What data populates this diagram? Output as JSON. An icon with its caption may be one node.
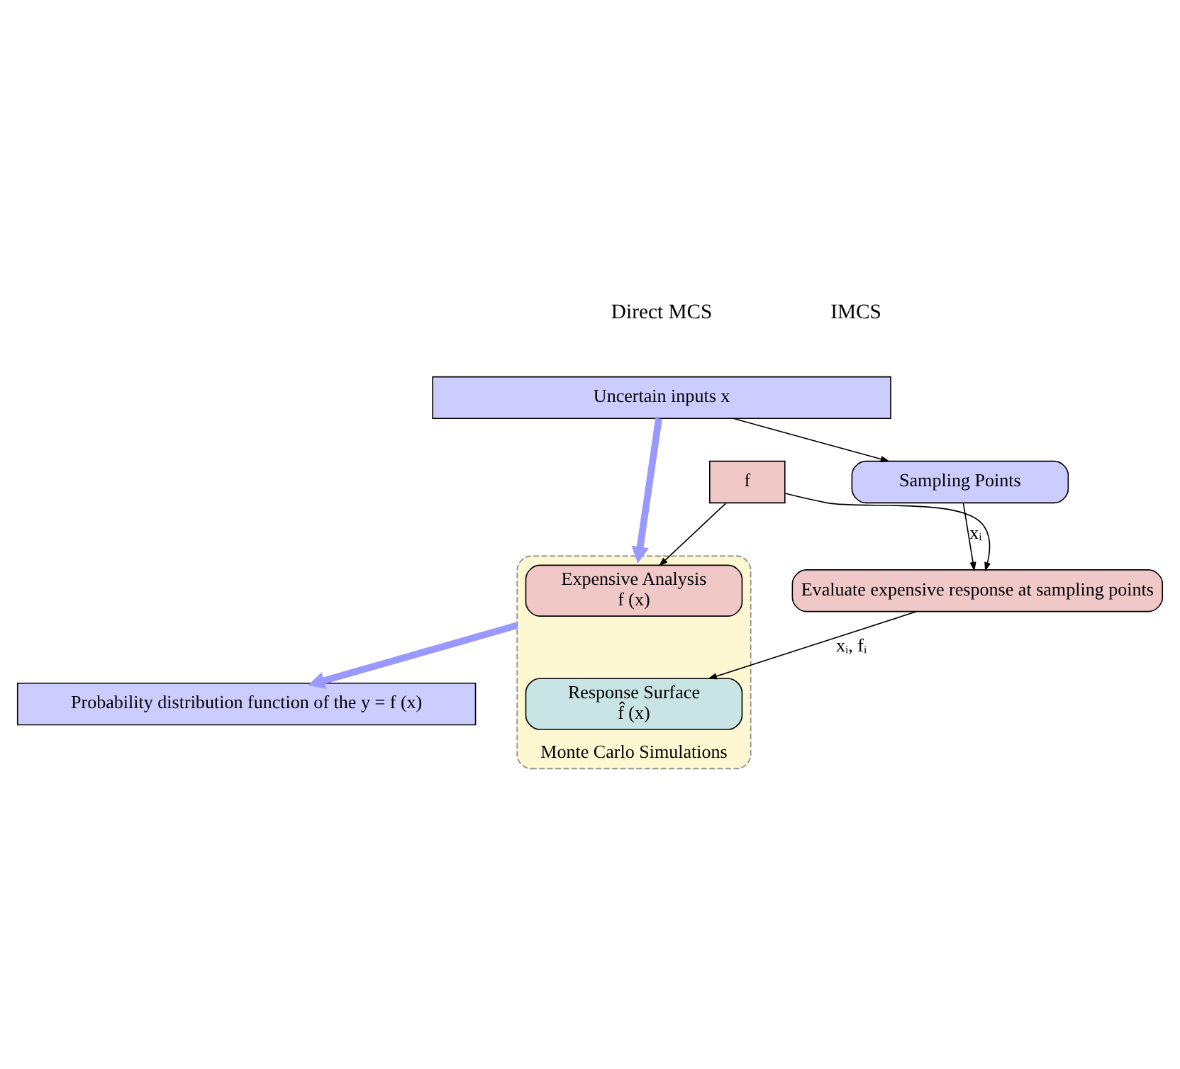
{
  "diagram": {
    "nodes": [
      {
        "text": [
          "Uncertain inputs x"
        ]
      },
      {
        "text": [
          "Sampling Points"
        ]
      },
      {
        "text": [
          "Evaluate expensive response at sampling points"
        ]
      },
      {
        "text": [
          "f"
        ]
      },
      {
        "text": [
          "Monte Carlo Simulations"
        ]
      },
      {
        "text": [
          "Expensive Analysis",
          "f (x)"
        ],
        "in": 4
      },
      {
        "text": [
          "Response Surface",
          "f̂ (x)"
        ],
        "in": 4
      },
      {
        "text": [
          "Probability distribution function of the y = f (x)"
        ]
      }
    ],
    "edges": [
      {
        "from": 0,
        "to": 1,
        "arrow": "to"
      },
      {
        "from": 1,
        "to": 2,
        "arrow": "to",
        "label": "xᵢ"
      },
      {
        "from": 3,
        "to": 2,
        "arrow": "to"
      },
      {
        "from": 3,
        "to": 5,
        "arrow": "to"
      },
      {
        "from": 2,
        "to": 6,
        "arrow": "to",
        "label": "xᵢ, fᵢ"
      },
      {
        "from": 0,
        "to": 4,
        "arrow": "to",
        "style": "thick",
        "color": "#9999ff"
      },
      {
        "from": 4,
        "to": 7,
        "arrow": "to",
        "style": "thick",
        "color": "#9999ff"
      }
    ],
    "labels": [
      "Direct MCS",
      "IMCS"
    ]
  }
}
